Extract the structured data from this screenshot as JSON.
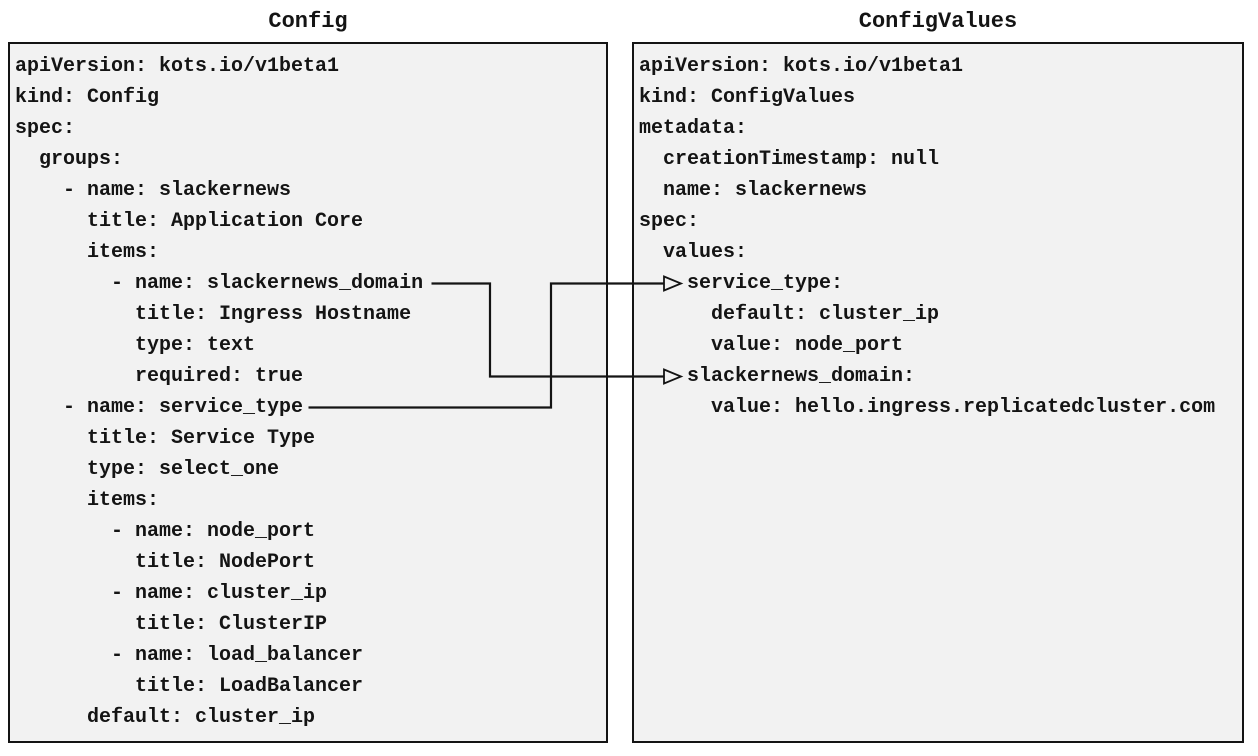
{
  "diagram": {
    "left_panel": {
      "title": "Config",
      "lines": [
        "apiVersion: kots.io/v1beta1",
        "kind: Config",
        "spec:",
        "  groups:",
        "    - name: slackernews",
        "      title: Application Core",
        "      items:",
        "        - name: slackernews_domain",
        "          title: Ingress Hostname",
        "          type: text",
        "          required: true",
        "    - name: service_type",
        "      title: Service Type",
        "      type: select_one",
        "      items:",
        "        - name: node_port",
        "          title: NodePort",
        "        - name: cluster_ip",
        "          title: ClusterIP",
        "        - name: load_balancer",
        "          title: LoadBalancer",
        "      default: cluster_ip"
      ]
    },
    "right_panel": {
      "title": "ConfigValues",
      "lines": [
        "apiVersion: kots.io/v1beta1",
        "kind: ConfigValues",
        "metadata:",
        "  creationTimestamp: null",
        "  name: slackernews",
        "spec:",
        "  values:",
        "    service_type:",
        "      default: cluster_ip",
        "      value: node_port",
        "    slackernews_domain:",
        "      value: hello.ingress.replicatedcluster.com"
      ]
    },
    "connections": [
      {
        "from": "Config: - name: slackernews_domain",
        "to": "ConfigValues: slackernews_domain:"
      },
      {
        "from": "Config: - name: service_type",
        "to": "ConfigValues: service_type:"
      }
    ],
    "colors": {
      "page_background": "#ffffff",
      "panel_background": "#f2f2f2",
      "panel_border": "#141414",
      "text": "#141414",
      "arrow": "#141414"
    }
  }
}
